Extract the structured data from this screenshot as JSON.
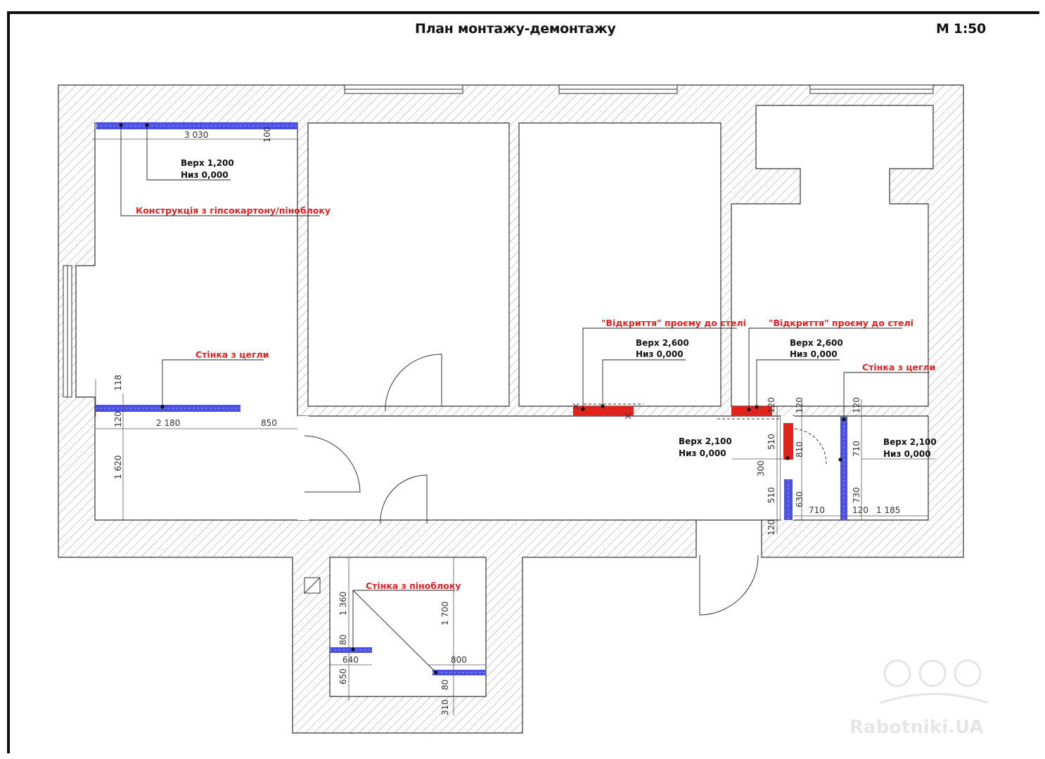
{
  "header": {
    "title": "План монтажу-демонтажу",
    "scale": "М 1:50"
  },
  "colors": {
    "new_wall": "#4b4fe6",
    "demolish": "#e0231c",
    "annotation": "#e32020",
    "hatch": "#9a9a9a"
  },
  "annotations": {
    "gypsum": "Конструкція з гіпсокартону/піноблоку",
    "brick_left": "Стінка з цегли",
    "opening_1": "\"Відкриття\" проєму до стелі",
    "opening_2": "\"Відкриття\" проєму до стелі",
    "brick_right": "Стінка з цегли",
    "foam_block": "Стінка з піноблоку"
  },
  "levels": {
    "top_left": {
      "top": "Верх 1,200",
      "bottom": "Низ    0,000"
    },
    "opening_1": {
      "top": "Верх 2,600",
      "bottom": "Низ   0,000"
    },
    "opening_2": {
      "top": "Верх 2,600",
      "bottom": "Низ   0,000"
    },
    "right_left": {
      "top": "Верх 2,100",
      "bottom": "Низ   0,000"
    },
    "right_right": {
      "top": "Верх 2,100",
      "bottom": "Низ   0,000"
    }
  },
  "dimensions": {
    "d3030": "3 030",
    "d100": "100",
    "d118": "118",
    "d120a": "120",
    "d2180": "2 180",
    "d850": "850",
    "d1620": "1 620",
    "d120b": "120",
    "d120c": "120",
    "d120d": "120",
    "d510a": "510",
    "d810": "810",
    "d300": "300",
    "d510b": "510",
    "d630": "630",
    "d120e": "120",
    "d710a": "710",
    "d710b": "710",
    "d730": "730",
    "d120f": "120",
    "d1185": "1 185",
    "d1360": "1 360",
    "d1700": "1 700",
    "d80a": "80",
    "d640": "640",
    "d650": "650",
    "d800": "800",
    "d80b": "80",
    "d310": "310"
  },
  "watermark": "Rabotniki.UA"
}
